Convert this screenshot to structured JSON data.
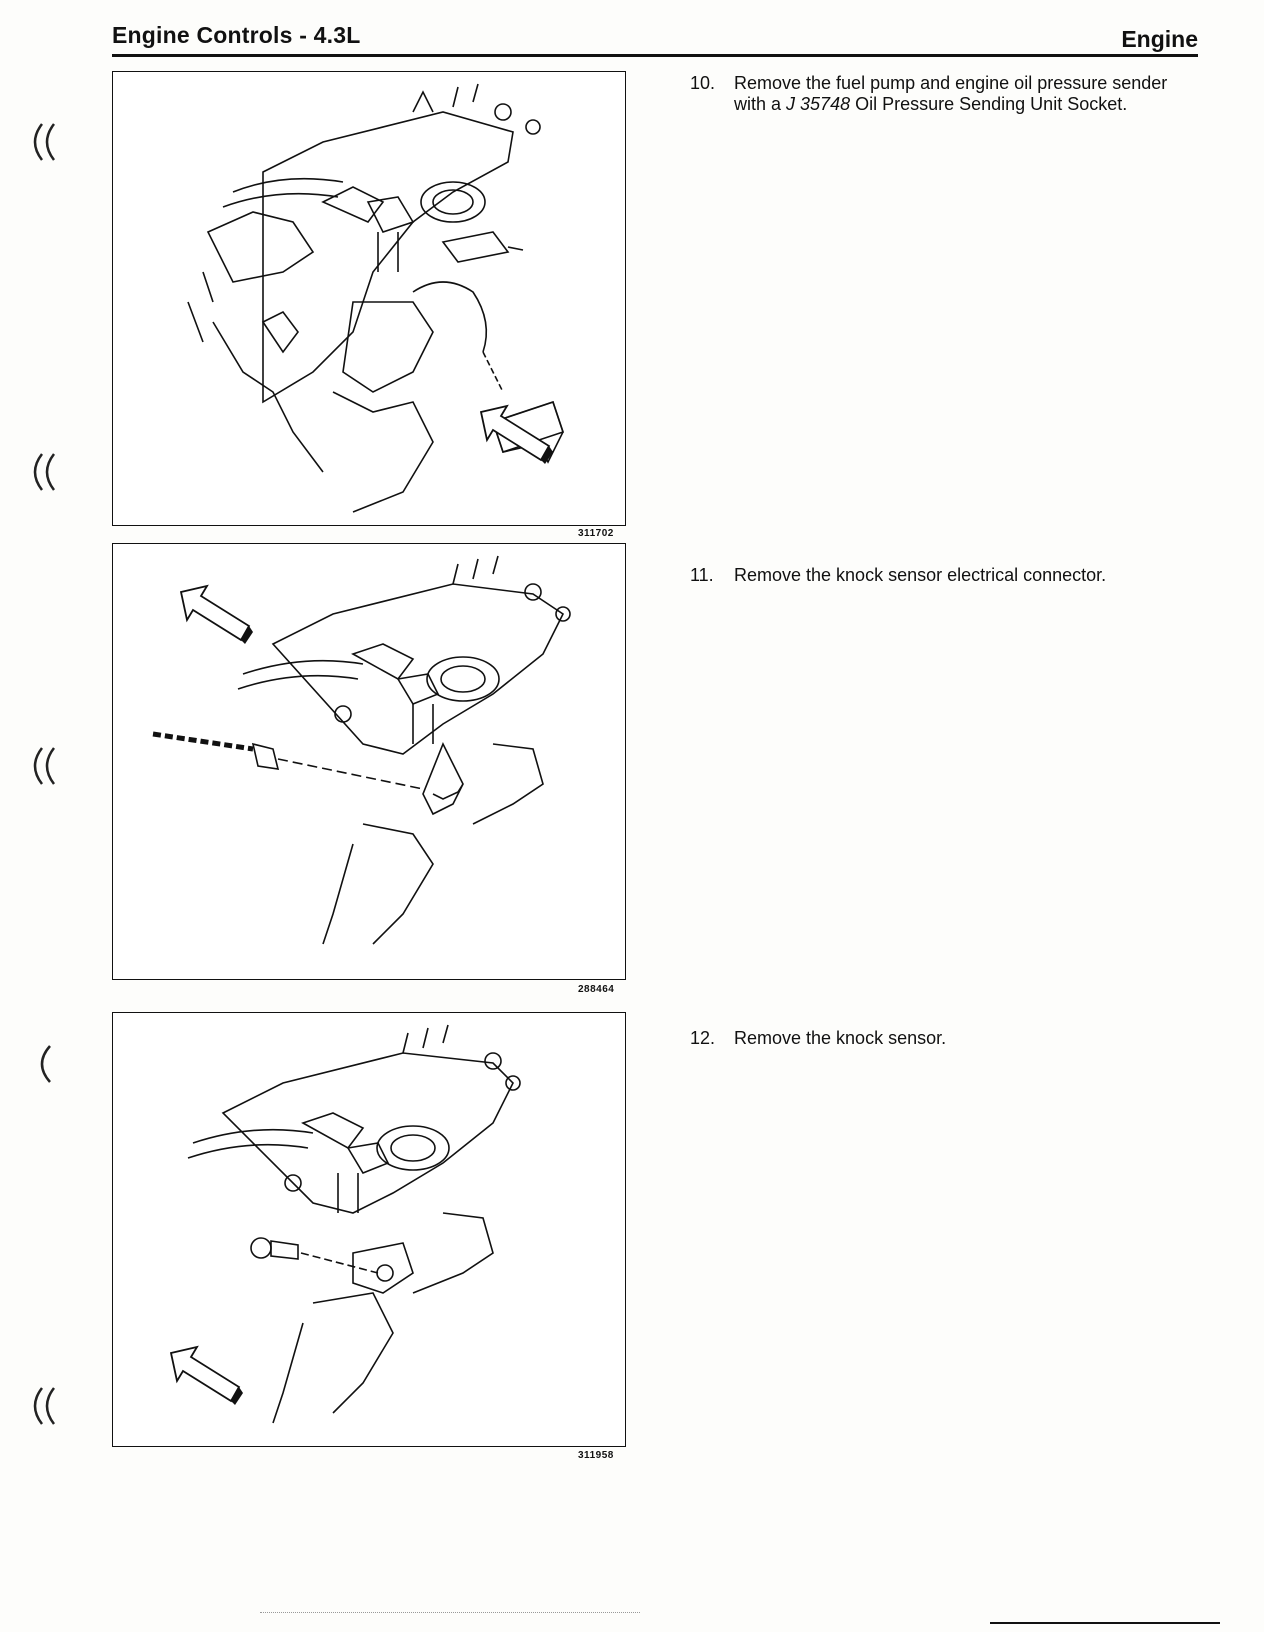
{
  "header": {
    "left_title": "Engine Controls - 4.3L",
    "right_title": "Engine"
  },
  "figures": [
    {
      "code": "311702"
    },
    {
      "code": "288464"
    },
    {
      "code": "311958"
    }
  ],
  "steps": [
    {
      "number": "10.",
      "text_before": "Remove the fuel pump and engine oil pressure sender with a ",
      "tool": "J 35748",
      "text_after": " Oil Pressure Sending Unit Socket."
    },
    {
      "number": "11.",
      "text": "Remove the knock sensor electrical connector."
    },
    {
      "number": "12.",
      "text": "Remove the knock sensor."
    }
  ],
  "icons": {
    "margin_mark": "double-paren-icon",
    "arrow": "direction-arrow-icon"
  }
}
